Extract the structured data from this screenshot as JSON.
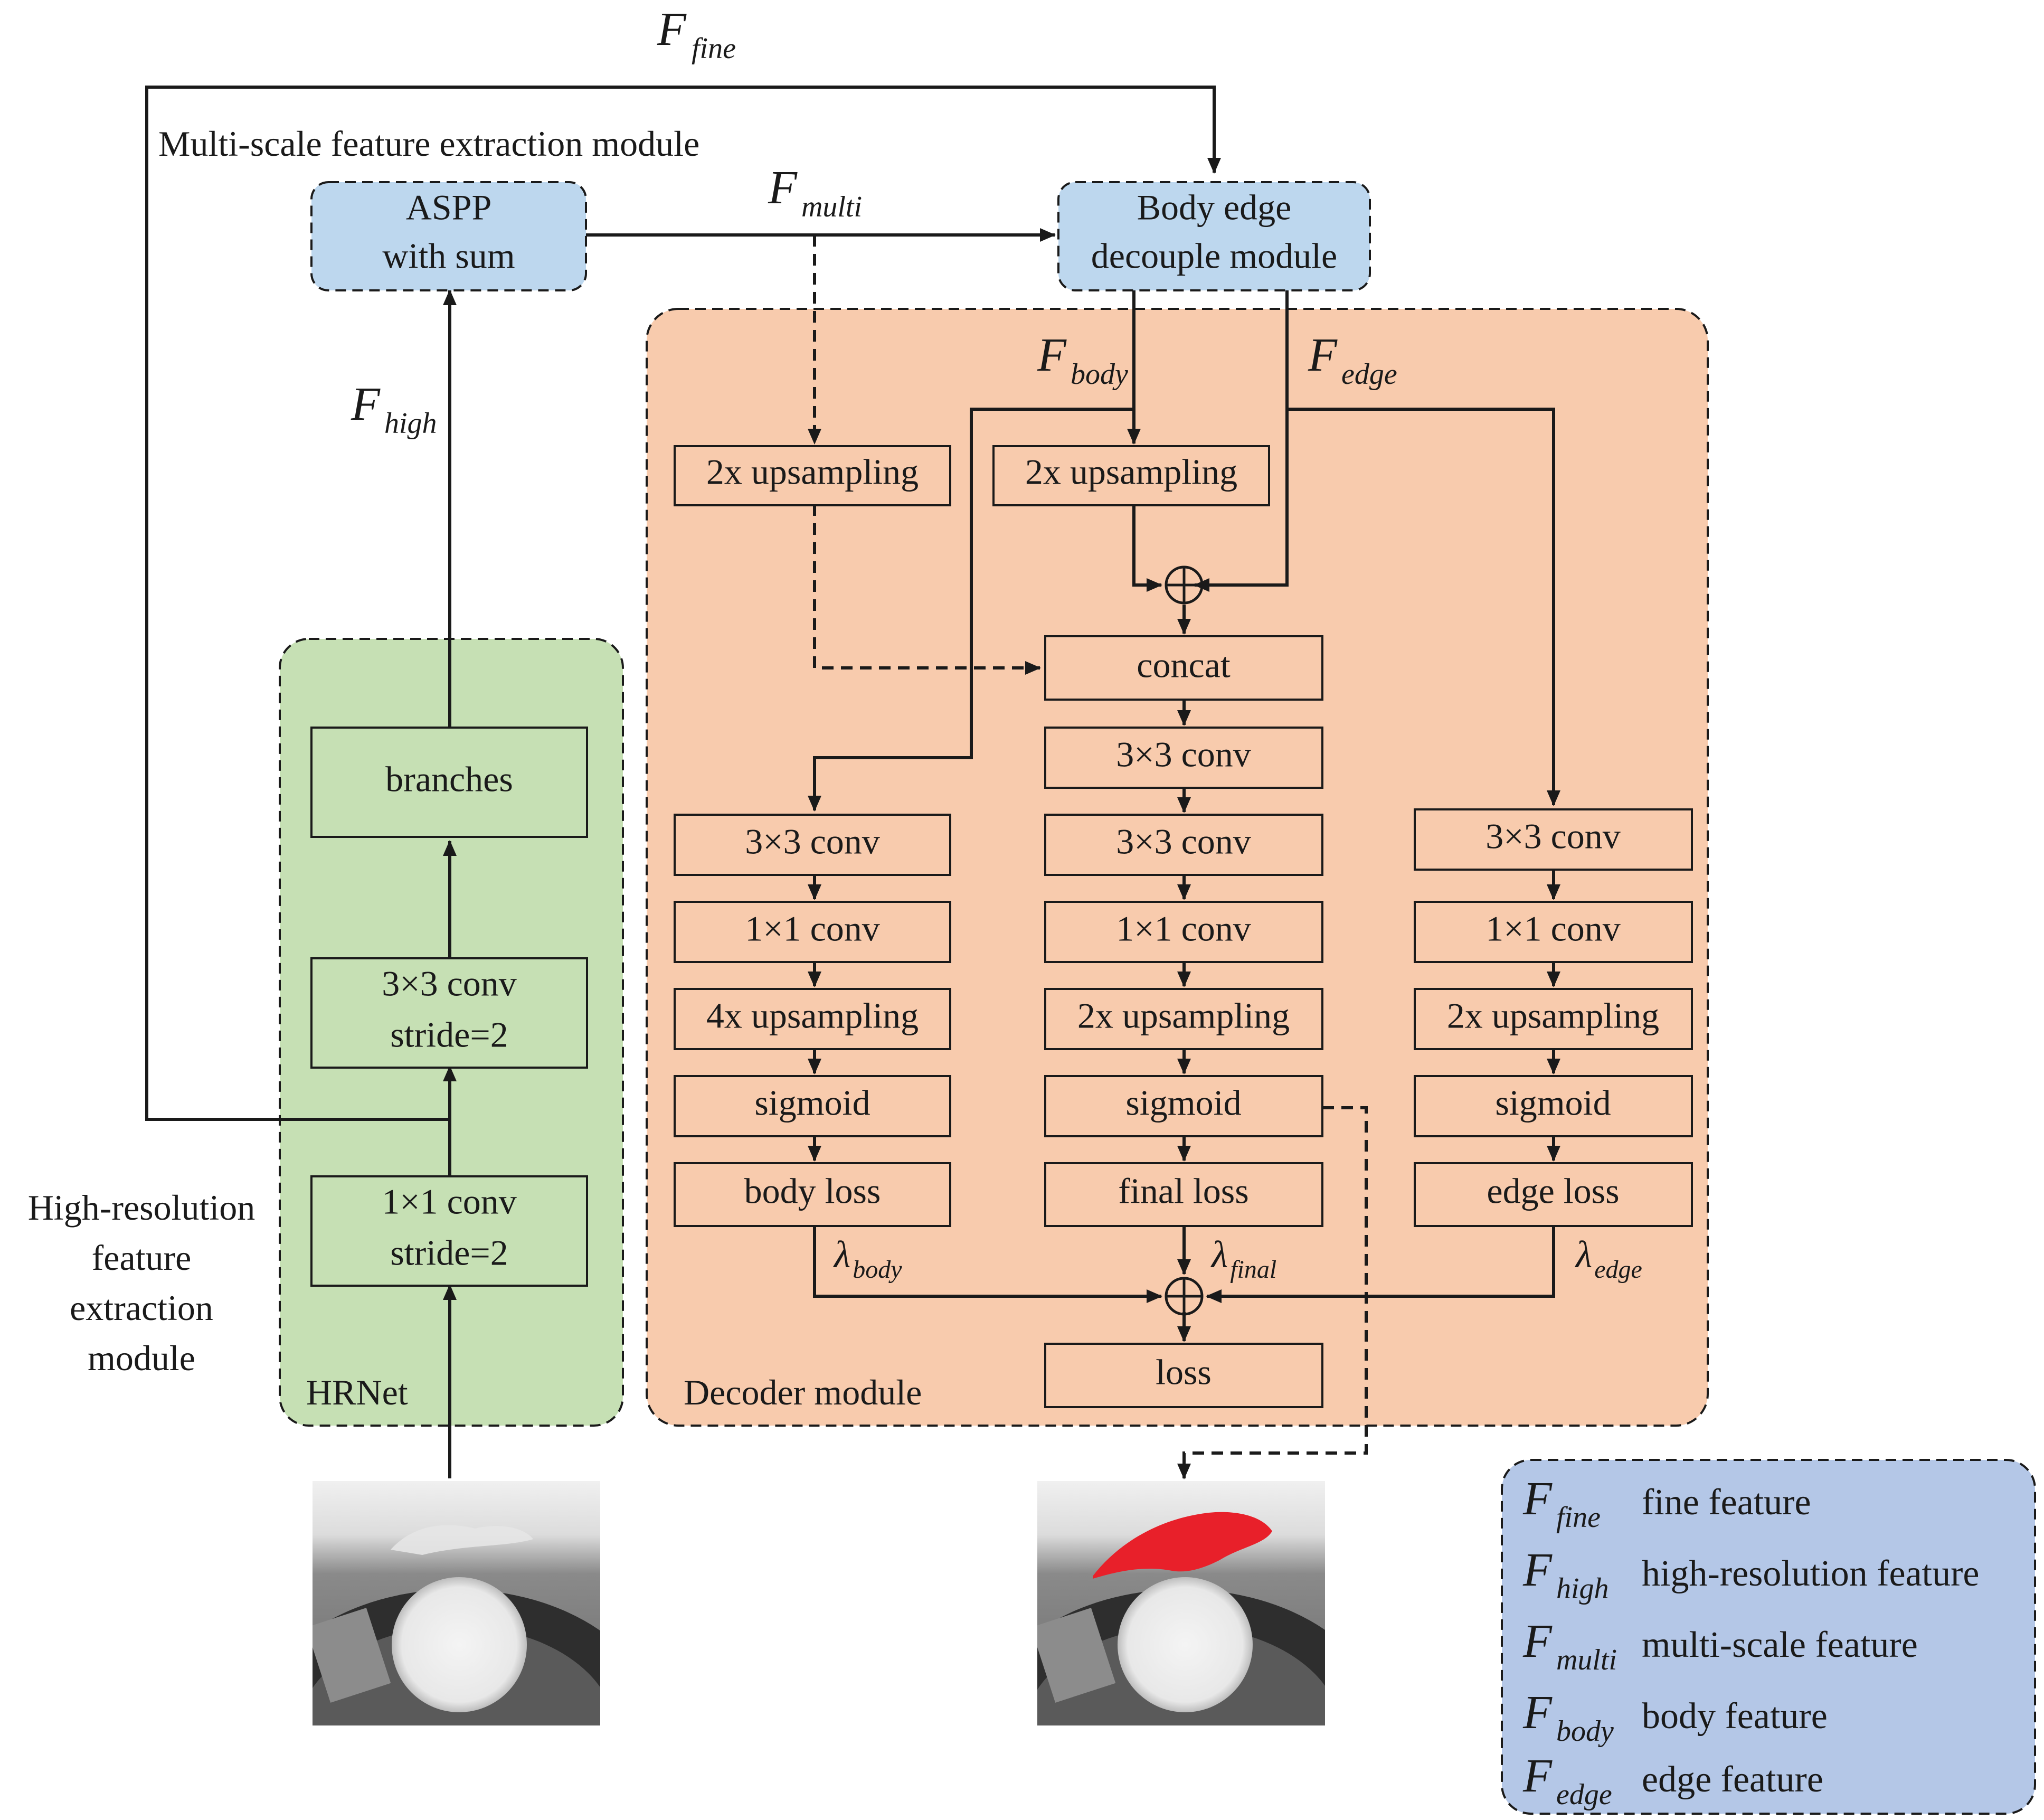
{
  "labels": {
    "multiscale_module": "Multi-scale feature extraction module",
    "highres_module": [
      "High-resolution",
      "feature",
      "extraction",
      "module"
    ],
    "hrnet": "HRNet",
    "decoder": "Decoder module"
  },
  "boxes": {
    "aspp": [
      "ASPP",
      "with sum"
    ],
    "body_edge": [
      "Body edge",
      "decouple module"
    ],
    "branches": "branches",
    "conv3_stride": [
      "3×3 conv",
      "stride=2"
    ],
    "conv1_stride": [
      "1×1 conv",
      "stride=2"
    ],
    "up_multi": "2x upsampling",
    "up_body_top": "2x upsampling",
    "concat": "concat",
    "mid_conv3_a": "3×3 conv",
    "mid_conv3_b": "3×3 conv",
    "mid_conv1": "1×1 conv",
    "mid_up": "2x upsampling",
    "mid_sigmoid": "sigmoid",
    "final_loss": "final loss",
    "left_conv3": "3×3 conv",
    "left_conv1": "1×1 conv",
    "left_up": "4x upsampling",
    "left_sigmoid": "sigmoid",
    "body_loss": "body loss",
    "right_conv3": "3×3 conv",
    "right_conv1": "1×1 conv",
    "right_up": "2x upsampling",
    "right_sigmoid": "sigmoid",
    "edge_loss": "edge loss",
    "loss": "loss"
  },
  "symbols": {
    "fine": {
      "F": "F",
      "sub": "fine"
    },
    "multi": {
      "F": "F",
      "sub": "multi"
    },
    "high": {
      "F": "F",
      "sub": "high"
    },
    "body": {
      "F": "F",
      "sub": "body"
    },
    "edge": {
      "F": "F",
      "sub": "edge"
    }
  },
  "weights": {
    "body": {
      "lam": "λ",
      "sub": "body"
    },
    "final": {
      "lam": "λ",
      "sub": "final"
    },
    "edge": {
      "lam": "λ",
      "sub": "edge"
    }
  },
  "legend": [
    {
      "F": "F",
      "sub": "fine",
      "text": "fine feature"
    },
    {
      "F": "F",
      "sub": "high",
      "text": "high-resolution feature"
    },
    {
      "F": "F",
      "sub": "multi",
      "text": "multi-scale feature"
    },
    {
      "F": "F",
      "sub": "body",
      "text": "body feature"
    },
    {
      "F": "F",
      "sub": "edge",
      "text": "edge feature"
    }
  ],
  "colors": {
    "hrnet_fill": "#c6e0b4",
    "decoder_fill": "#f8cbad",
    "blue_fill": "#bdd7ee",
    "legend_fill": "#b4c7e7",
    "mask_red": "#e8202a"
  }
}
